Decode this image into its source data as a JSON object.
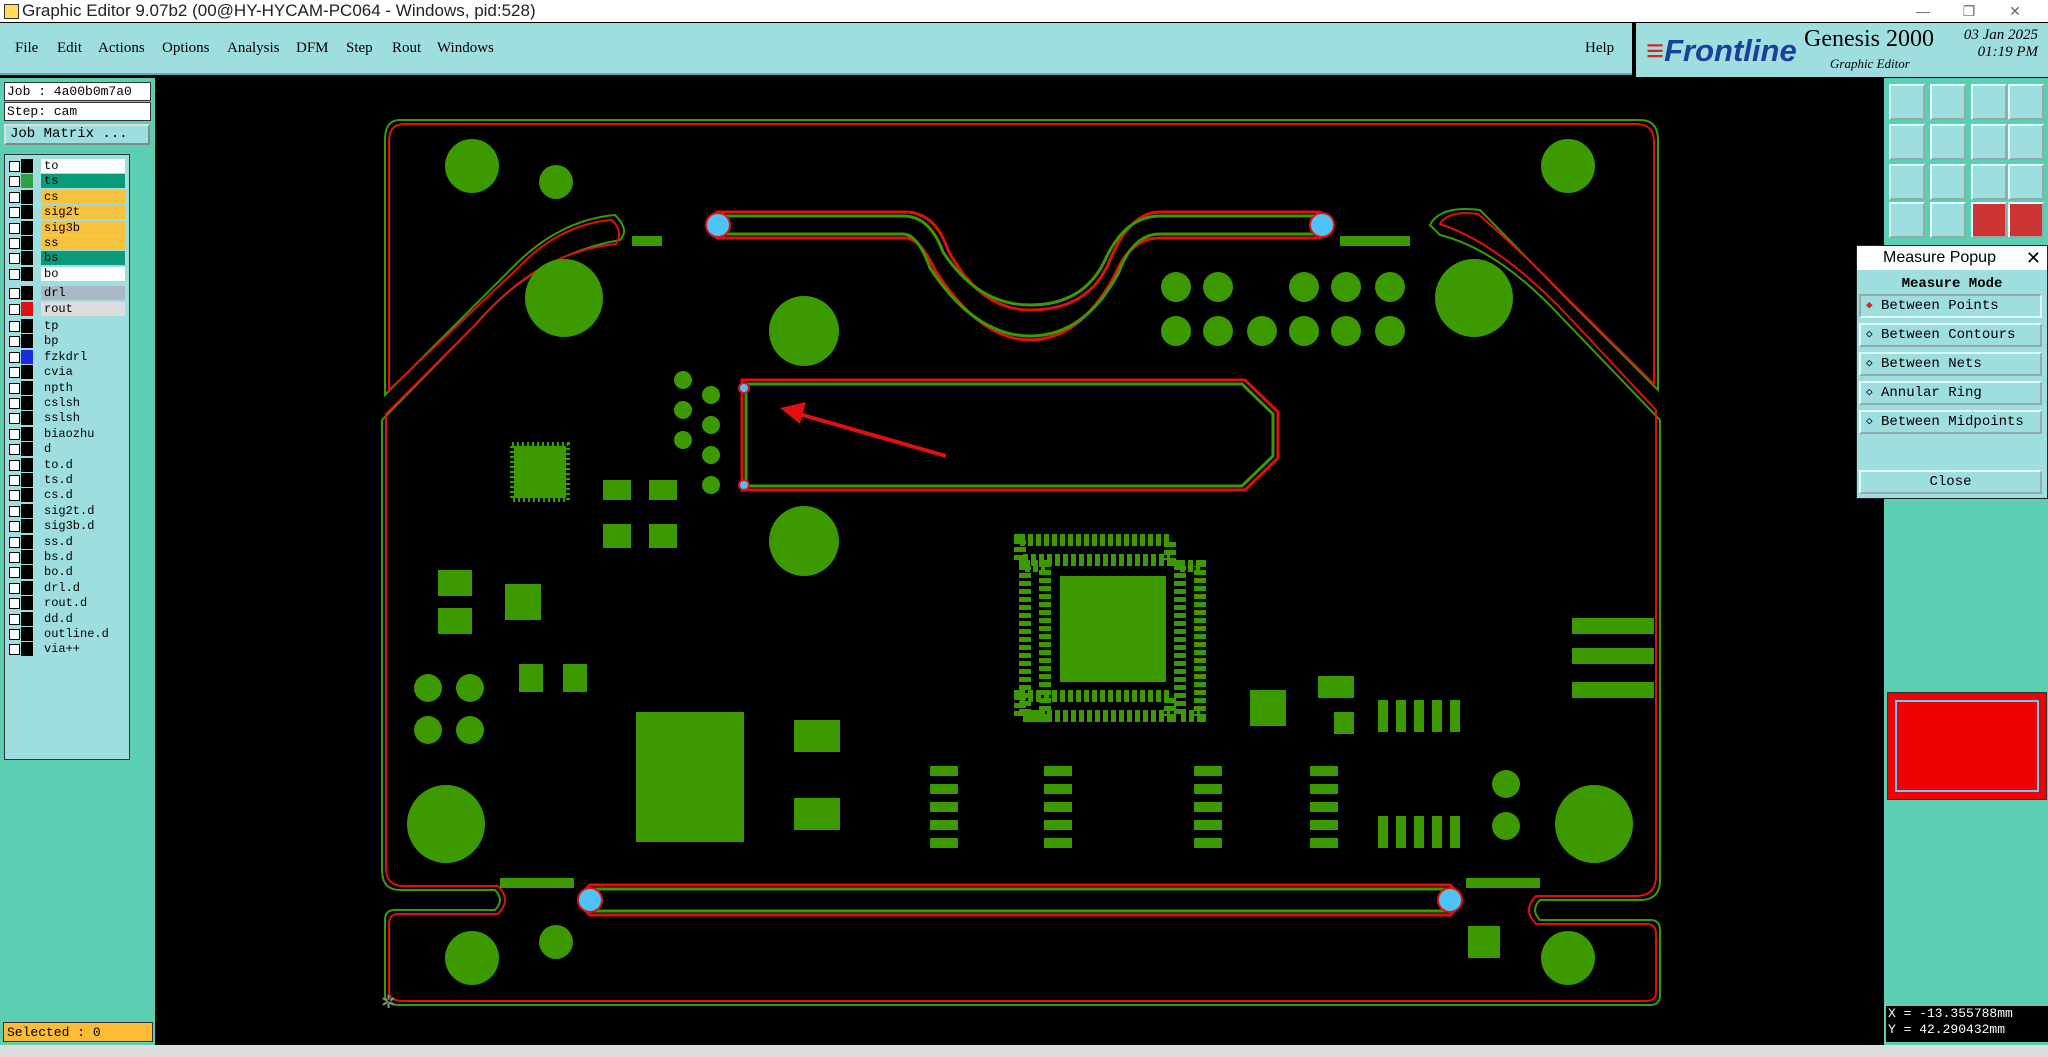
{
  "window": {
    "title": "Graphic Editor 9.07b2 (00@HY-HYCAM-PC064 - Windows, pid:528)",
    "controls": [
      "—",
      "❐",
      "✕"
    ]
  },
  "menu": {
    "items": [
      "File",
      "Edit",
      "Actions",
      "Options",
      "Analysis",
      "DFM",
      "Step",
      "Rout",
      "Windows"
    ],
    "help": "Help"
  },
  "brand": {
    "logo": "Frontline",
    "product": "Genesis 2000",
    "subtitle": "Graphic Editor",
    "date": "03 Jan 2025",
    "time": "01:19 PM"
  },
  "job": {
    "job_label": "Job : 4a00b0m7a0",
    "step_label": "Step: cam",
    "matrix_button": "Job Matrix ..."
  },
  "layers": [
    {
      "name": "to",
      "color": "#000000",
      "bg": "#ffffff"
    },
    {
      "name": "ts",
      "color": "#2ea043",
      "bg": "#0a9a7a"
    },
    {
      "name": "cs",
      "color": "#000000",
      "bg": "#f9c23c"
    },
    {
      "name": "sig2t",
      "color": "#000000",
      "bg": "#f9c23c"
    },
    {
      "name": "sig3b",
      "color": "#000000",
      "bg": "#f9c23c"
    },
    {
      "name": "ss",
      "color": "#000000",
      "bg": "#f9c23c"
    },
    {
      "name": "bs",
      "color": "#000000",
      "bg": "#0a9a7a"
    },
    {
      "name": "bo",
      "color": "#000000",
      "bg": "#ffffff"
    },
    {
      "name": "drl",
      "color": "#000000",
      "bg": "#a9b8c4"
    },
    {
      "name": "rout",
      "color": "#e01010",
      "bg": "#dddddd"
    },
    {
      "name": "tp",
      "color": "#000000",
      "bg": "#9fdede"
    },
    {
      "name": "bp",
      "color": "#000000",
      "bg": "#9fdede"
    },
    {
      "name": "fzkdrl",
      "color": "#1a2be0",
      "bg": "#9fdede"
    },
    {
      "name": "cvia",
      "color": "#000000",
      "bg": "#9fdede"
    },
    {
      "name": "npth",
      "color": "#000000",
      "bg": "#9fdede"
    },
    {
      "name": "cslsh",
      "color": "#000000",
      "bg": "#9fdede"
    },
    {
      "name": "sslsh",
      "color": "#000000",
      "bg": "#9fdede"
    },
    {
      "name": "biaozhu",
      "color": "#000000",
      "bg": "#9fdede"
    },
    {
      "name": "d",
      "color": "#000000",
      "bg": "#9fdede"
    },
    {
      "name": "to.d",
      "color": "#000000",
      "bg": "#9fdede"
    },
    {
      "name": "ts.d",
      "color": "#000000",
      "bg": "#9fdede"
    },
    {
      "name": "cs.d",
      "color": "#000000",
      "bg": "#9fdede"
    },
    {
      "name": "sig2t.d",
      "color": "#000000",
      "bg": "#9fdede"
    },
    {
      "name": "sig3b.d",
      "color": "#000000",
      "bg": "#9fdede"
    },
    {
      "name": "ss.d",
      "color": "#000000",
      "bg": "#9fdede"
    },
    {
      "name": "bs.d",
      "color": "#000000",
      "bg": "#9fdede"
    },
    {
      "name": "bo.d",
      "color": "#000000",
      "bg": "#9fdede"
    },
    {
      "name": "drl.d",
      "color": "#000000",
      "bg": "#9fdede"
    },
    {
      "name": "rout.d",
      "color": "#000000",
      "bg": "#9fdede"
    },
    {
      "name": "dd.d",
      "color": "#000000",
      "bg": "#9fdede"
    },
    {
      "name": "outline.d",
      "color": "#000000",
      "bg": "#9fdede"
    },
    {
      "name": "via++",
      "color": "#000000",
      "bg": "#9fdede"
    }
  ],
  "status": {
    "selected": "Selected : 0"
  },
  "measure_popup": {
    "title": "Measure Popup",
    "close_x": "✕",
    "mode_label": "Measure Mode",
    "options": [
      "Between Points",
      "Between Contours",
      "Between Nets",
      "Annular Ring",
      "Between Midpoints"
    ],
    "active_option": "Between Points",
    "close_button": "Close"
  },
  "coords": {
    "x": "X = -13.355788mm",
    "y": "Y =  42.290432mm"
  },
  "colors": {
    "copper": "#3c9a00",
    "rout": "#e01010",
    "highlight": "#4fc3f7",
    "arrow": "#e01010"
  }
}
